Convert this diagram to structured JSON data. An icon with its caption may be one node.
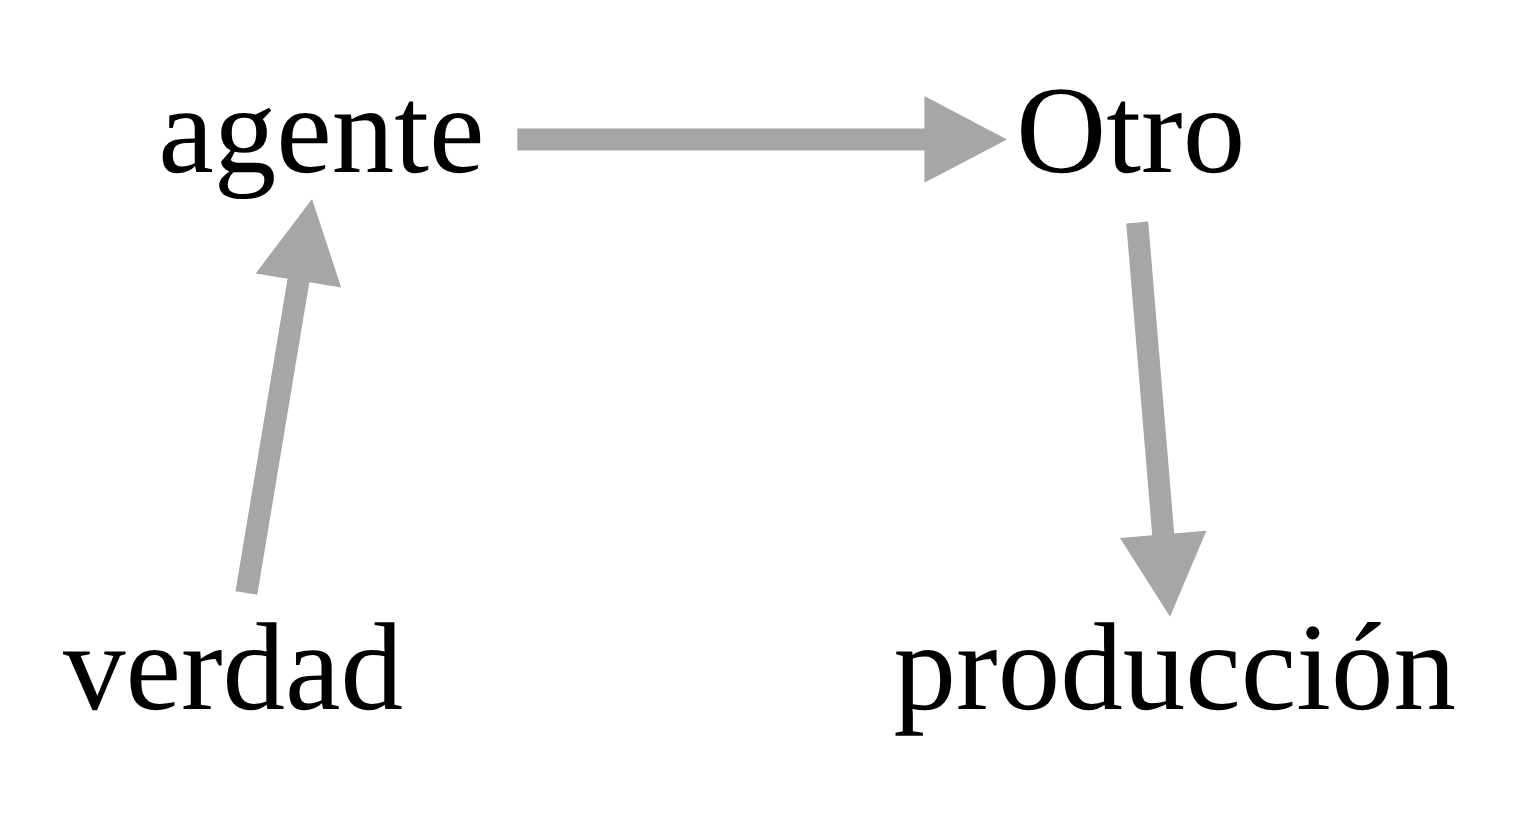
{
  "diagram": {
    "nodes": [
      {
        "text": [
          "agente"
        ]
      },
      {
        "text": [
          "Otro"
        ]
      },
      {
        "text": [
          "verdad"
        ]
      },
      {
        "text": [
          "producción"
        ]
      }
    ],
    "edges": [
      {
        "from": 0,
        "to": 1,
        "arrow": "to"
      },
      {
        "from": 1,
        "to": 3,
        "arrow": "to"
      },
      {
        "from": 2,
        "to": 0,
        "arrow": "to"
      }
    ]
  }
}
